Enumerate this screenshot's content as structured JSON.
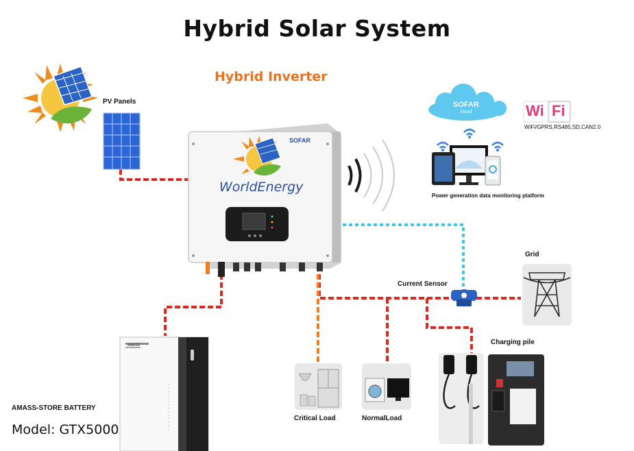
{
  "title": "Hybrid  Solar System",
  "inverter": {
    "label": "Hybrid Inverter",
    "brand": "WorldEnergy",
    "maker": "SOFAR"
  },
  "pv": {
    "label": "PV Panels"
  },
  "monitoring": {
    "cloud_brand": "SOFAR",
    "cloud_sub": "cloud",
    "wifi_left": "Wi",
    "wifi_right": "Fi",
    "protocols": "WiFi/GPRS,RS485,SD,CAN2.0",
    "caption": "Power generation data monitoring platform"
  },
  "grid": {
    "label": "Grid"
  },
  "sensor": {
    "label": "Current Sensor"
  },
  "charging": {
    "label": "Charging pile"
  },
  "loads": {
    "critical": "Critical Load",
    "normal": "NormalLoad"
  },
  "battery": {
    "label": "AMASS-STORE BATTERY",
    "model": "Model: GTX5000",
    "panel_brand": "AMASS"
  },
  "colors": {
    "dc_line": "#e0261f",
    "comm_line": "#3ec8e6",
    "critical_line": "#f07c1e",
    "inverter_title": "#e8731f"
  }
}
